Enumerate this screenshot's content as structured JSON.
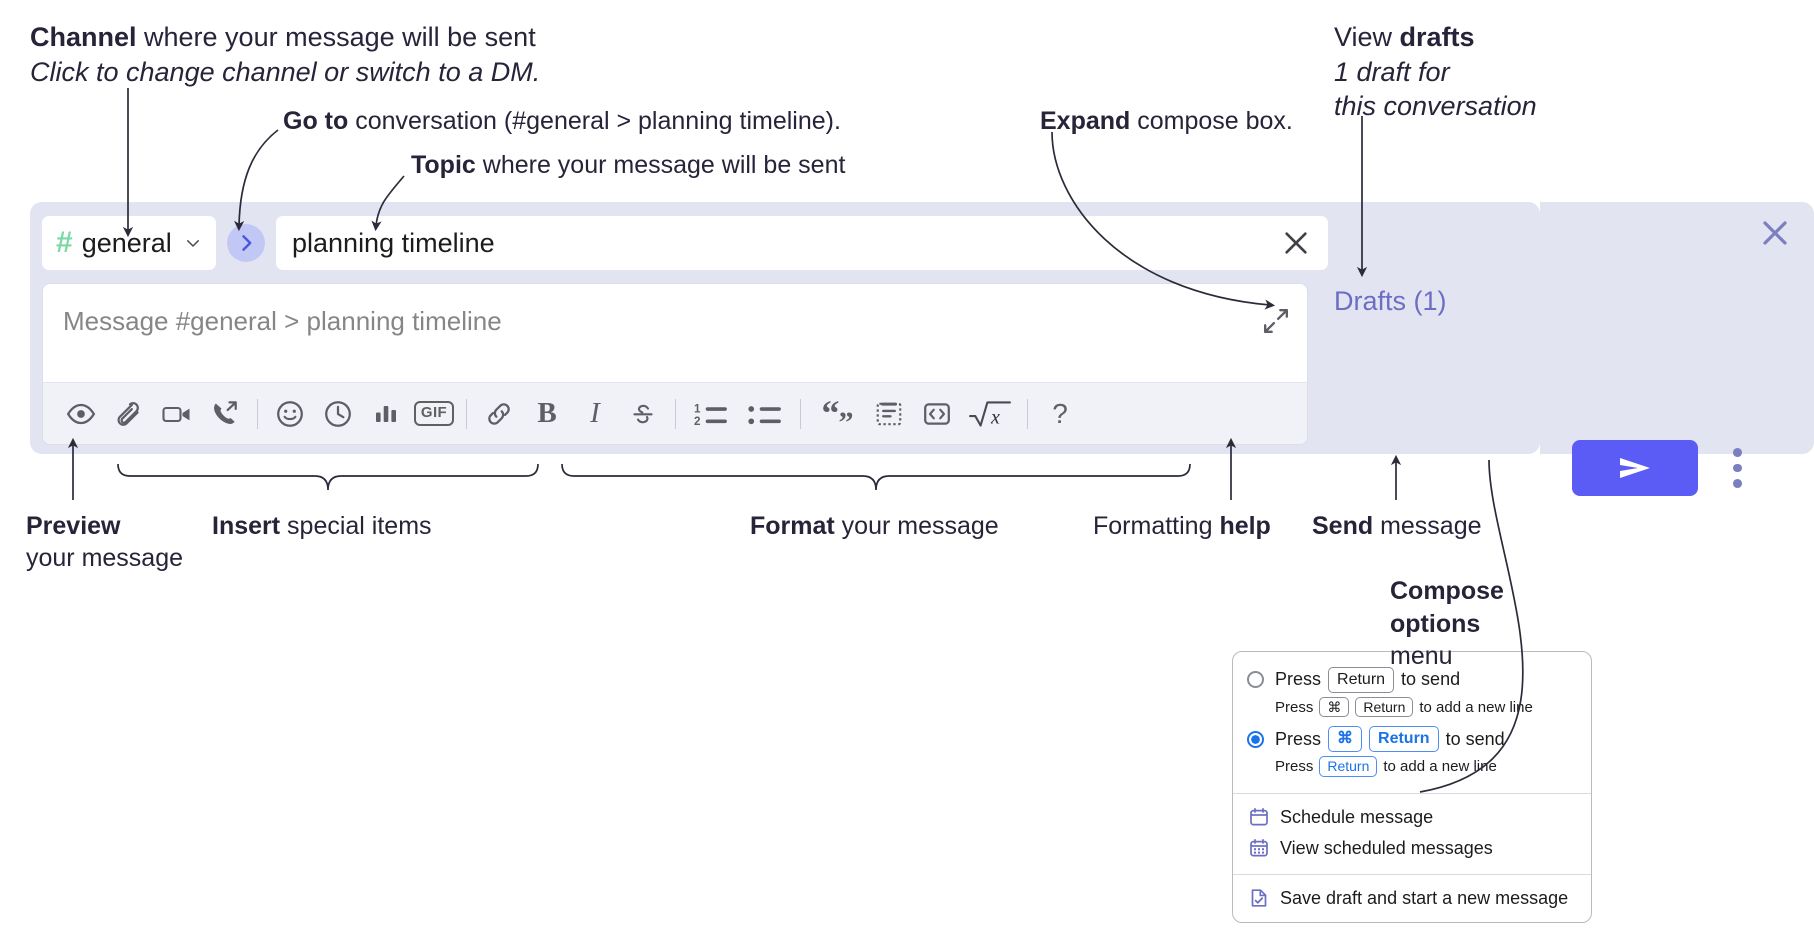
{
  "annotations": {
    "channel": {
      "bold": "Channel",
      "rest": " where your message will be sent",
      "italic": "Click to change channel or switch to a DM."
    },
    "goto": {
      "bold": "Go to",
      "rest": " conversation (#general > planning timeline)."
    },
    "topic": {
      "bold": "Topic",
      "rest": " where your message will be sent"
    },
    "expand": {
      "bold": "Expand",
      "rest": " compose box."
    },
    "drafts": {
      "pre": "View ",
      "bold": "drafts",
      "italic1": "1 draft for",
      "italic2": "this conversation"
    },
    "preview": {
      "bold": "Preview",
      "line2": "your message"
    },
    "insert": {
      "bold": "Insert",
      "rest": " special items"
    },
    "format": {
      "bold": "Format",
      "rest": " your message"
    },
    "help": {
      "pre": "Formatting ",
      "bold": "help"
    },
    "send": {
      "bold": "Send",
      "rest": " message"
    },
    "compose_options": {
      "bold1": "Compose",
      "bold2": "options",
      "rest": "menu"
    }
  },
  "compose": {
    "channel_hash": "#",
    "channel_name": "general",
    "topic_value": "planning timeline",
    "message_placeholder": "Message #general > planning timeline",
    "drafts_label": "Drafts (1)",
    "gif_label": "GIF",
    "help_label": "?",
    "toolbar_icons": [
      "preview-eye-icon",
      "attach-paperclip-icon",
      "video-camera-icon",
      "phone-forward-icon",
      "emoji-smiley-icon",
      "schedule-clock-icon",
      "poll-bar-chart-icon",
      "gif-icon",
      "link-icon",
      "bold-icon",
      "italic-icon",
      "strikethrough-icon",
      "ordered-list-icon",
      "bullet-list-icon",
      "blockquote-icon",
      "code-block-icon",
      "inline-code-icon",
      "math-icon",
      "formatting-help-icon"
    ]
  },
  "menu": {
    "option1": {
      "pre": "Press",
      "key": "Return",
      "post": "to send",
      "sub_pre": "Press",
      "sub_key1": "⌘",
      "sub_key2": "Return",
      "sub_post": "to add a new line",
      "selected": false
    },
    "option2": {
      "pre": "Press",
      "key1": "⌘",
      "key2": "Return",
      "post": "to send",
      "sub_pre": "Press",
      "sub_key": "Return",
      "sub_post": "to add a new line",
      "selected": true
    },
    "items": [
      {
        "label": "Schedule message",
        "icon": "calendar-icon"
      },
      {
        "label": "View scheduled messages",
        "icon": "calendar-grid-icon"
      },
      {
        "label": "Save draft and start a new message",
        "icon": "save-draft-icon"
      }
    ]
  },
  "colors": {
    "panel_bg": "#e2e4f1",
    "send_button": "#5b5bf5",
    "hash_green": "#7bd9a5",
    "drafts_text": "#6b6ec4",
    "accent_blue": "#1a73e8",
    "icon_gray": "#616061"
  }
}
